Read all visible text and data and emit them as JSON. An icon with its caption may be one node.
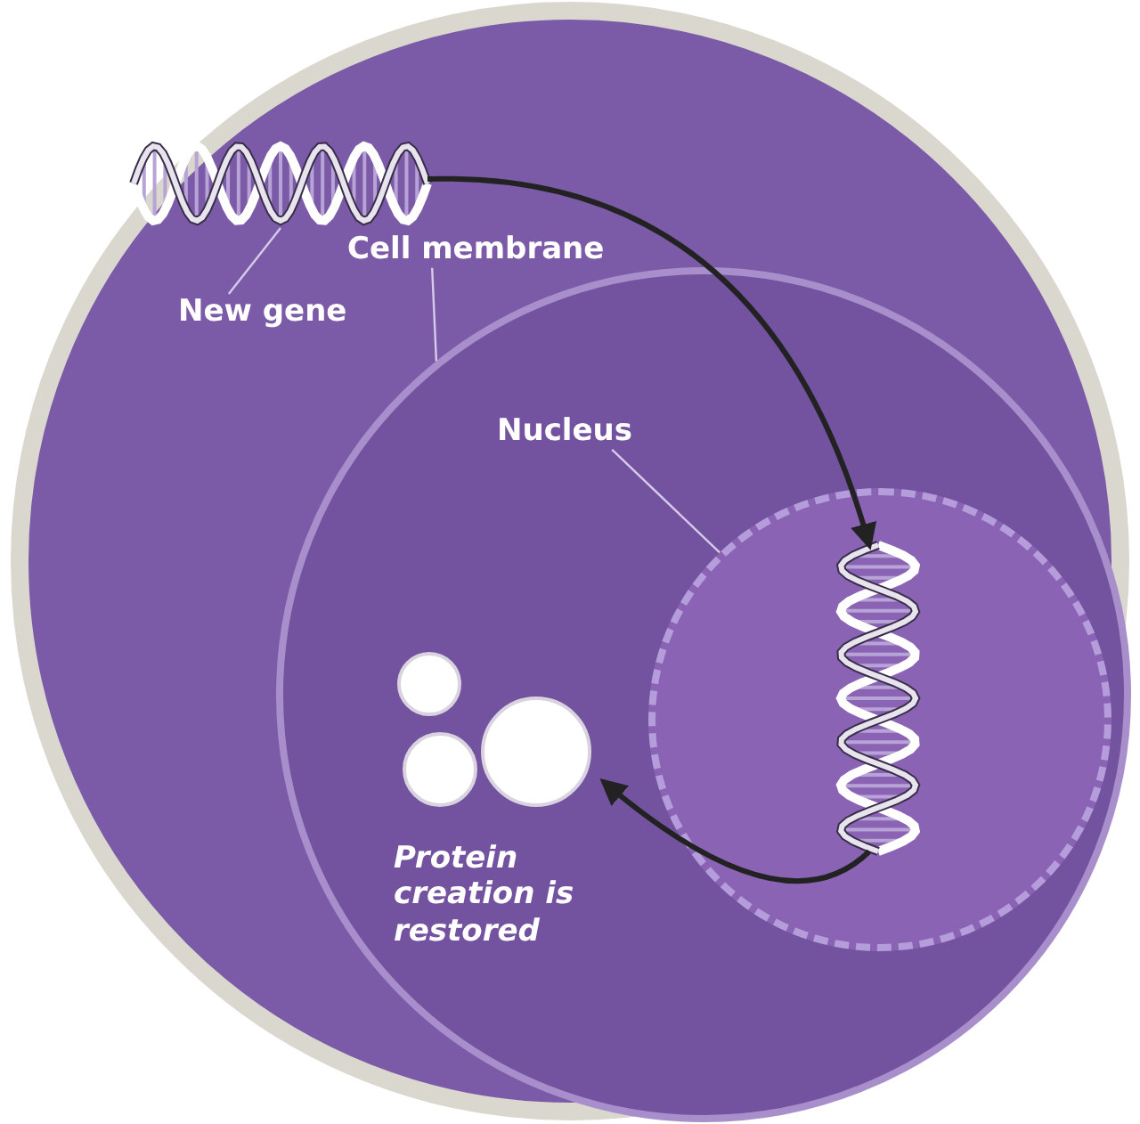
{
  "diagram": {
    "nodes": [
      {
        "text": [
          "New gene"
        ]
      },
      {
        "text": [],
        "shape": "picture"
      },
      {
        "text": [
          "Cell membrane"
        ]
      },
      {
        "text": [],
        "shape": "circle"
      },
      {
        "text": [
          "Nucleus"
        ],
        "in": 3
      },
      {
        "text": [],
        "shape": "circle",
        "in": 3
      },
      {
        "text": [],
        "shape": "picture",
        "in": 5
      },
      {
        "text": [],
        "shape": "cloud",
        "in": 3,
        "beside": [
          "Protein creation is restored"
        ]
      }
    ],
    "edges": [
      {
        "from": 0,
        "to": 1,
        "arrow": "none"
      },
      {
        "from": 1,
        "to": 6,
        "arrow": "to",
        "style": "thick",
        "color": "#222222"
      },
      {
        "from": 2,
        "to": 3,
        "arrow": "none"
      },
      {
        "from": 4,
        "to": 5,
        "arrow": "none"
      },
      {
        "from": 6,
        "to": 7,
        "arrow": "to",
        "style": "thick",
        "color": "#222222"
      }
    ]
  }
}
